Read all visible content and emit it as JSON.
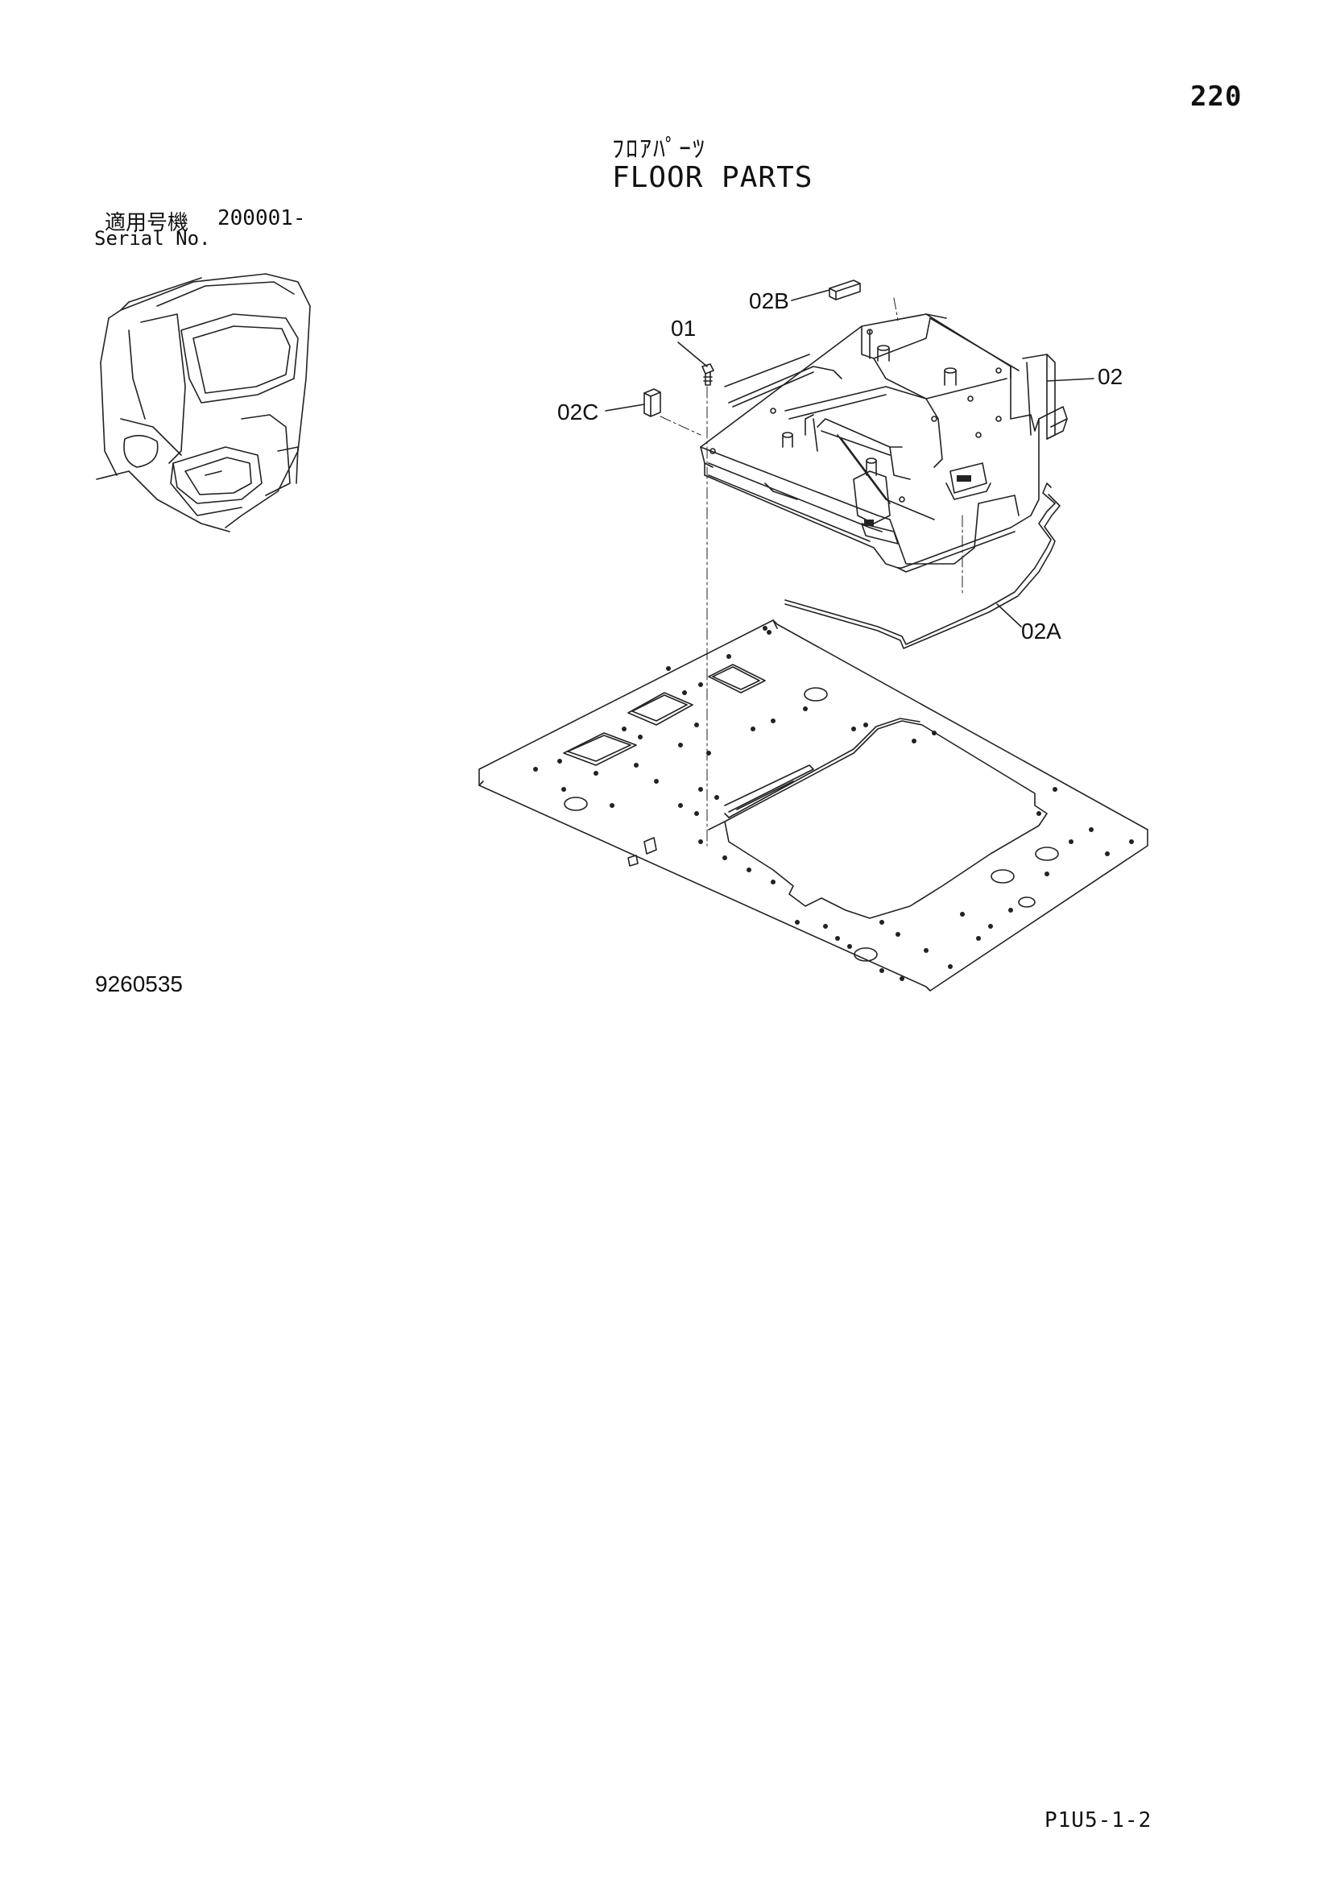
{
  "header": {
    "page_number": "220",
    "title_jp": "ﾌﾛｱﾊﾟｰﾂ",
    "title_en": "FLOOR PARTS",
    "serial_label_jp": "適用号機",
    "serial_range": "200001-",
    "serial_label_en": "Serial No."
  },
  "callouts": {
    "p01": "01",
    "p02": "02",
    "p02a": "02A",
    "p02b": "02B",
    "p02c": "02C"
  },
  "footer": {
    "drawing_number": "9260535",
    "page_code": "P1U5-1-2"
  }
}
